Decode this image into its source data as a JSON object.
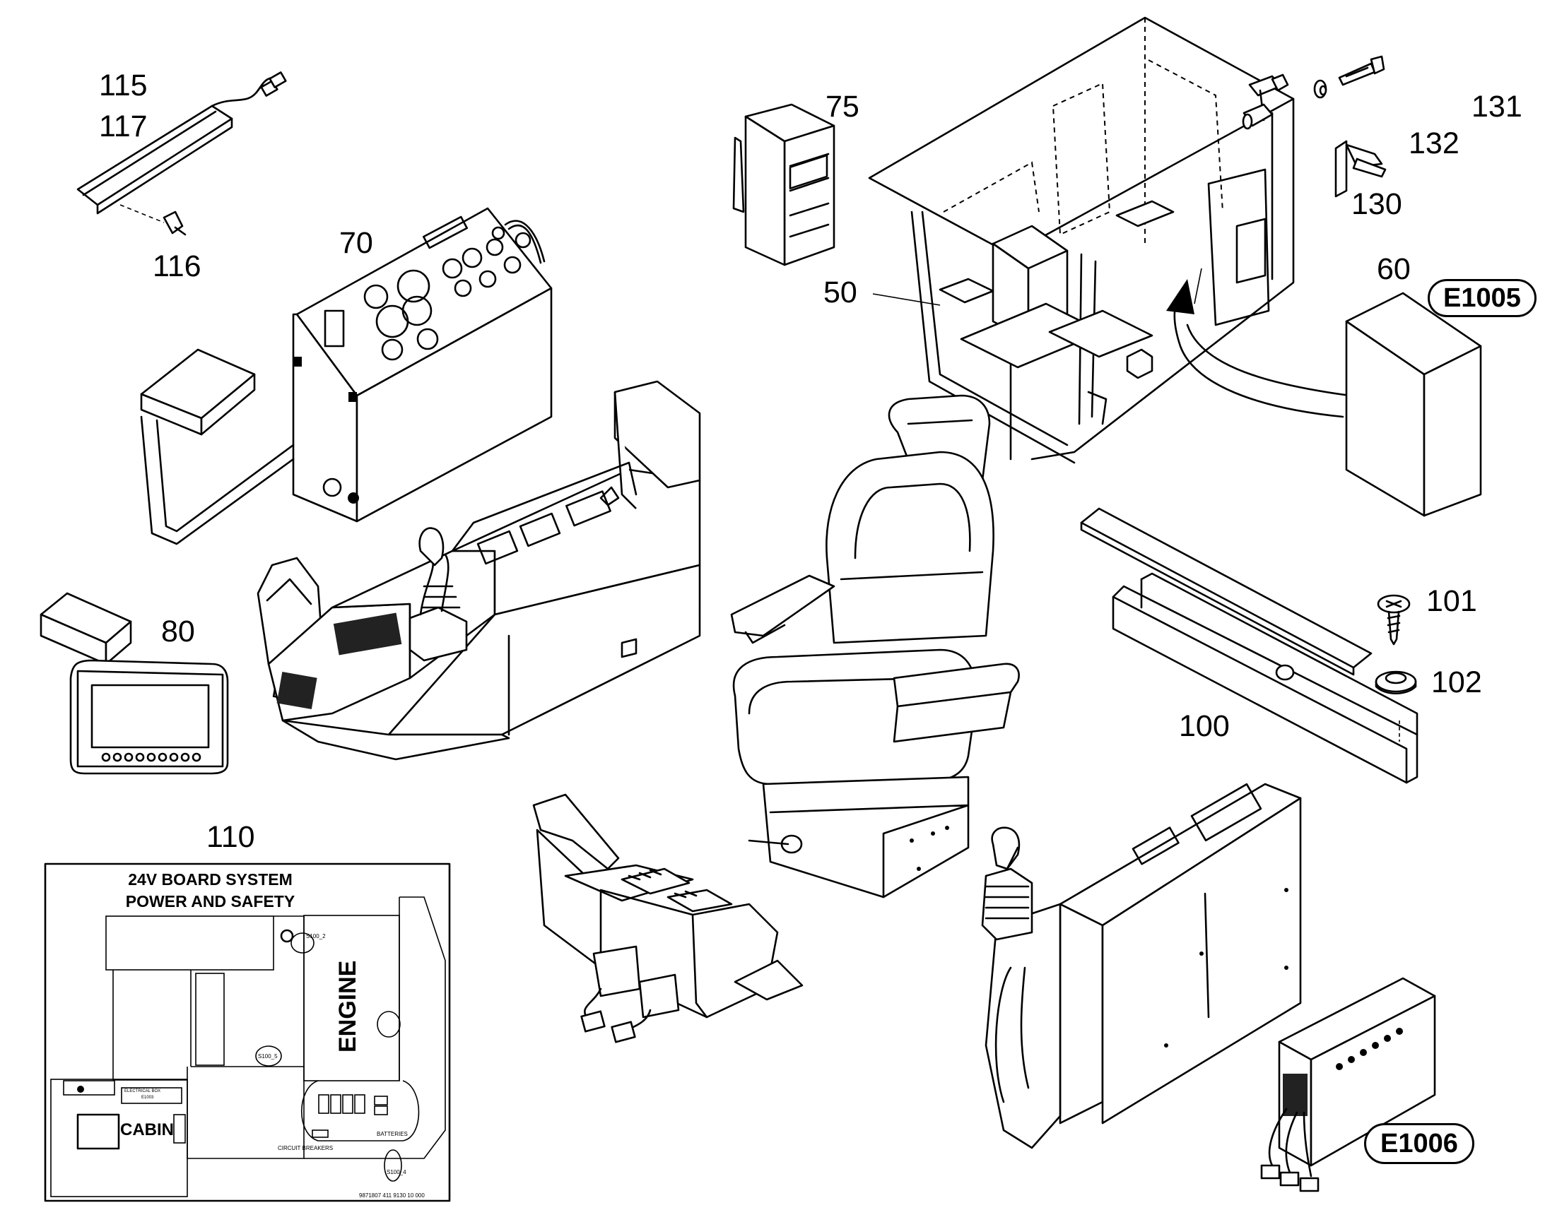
{
  "callouts": {
    "c115": "115",
    "c117": "117",
    "c116": "116",
    "c70": "70",
    "c75": "75",
    "c50": "50",
    "c131": "131",
    "c132": "132",
    "c130": "130",
    "c60": "60",
    "c80": "80",
    "c101": "101",
    "c102": "102",
    "c100": "100",
    "c110": "110"
  },
  "badges": {
    "e1005": "E1005",
    "e1006": "E1006"
  },
  "board": {
    "title_line1": "24V BOARD SYSTEM",
    "title_line2": "POWER AND SAFETY",
    "engine": "ENGINE",
    "cabin": "CABIN",
    "circuit_breakers": "CIRCUIT BREAKERS",
    "batteries": "BATTERIES",
    "s100_2": "S100_2",
    "s100_5": "S100_5",
    "s100_4": "S100_4",
    "electrical_box": "ELECTRICAL BOX",
    "e1003": "E1003",
    "footer": "9871807   411 9130 10 000"
  }
}
